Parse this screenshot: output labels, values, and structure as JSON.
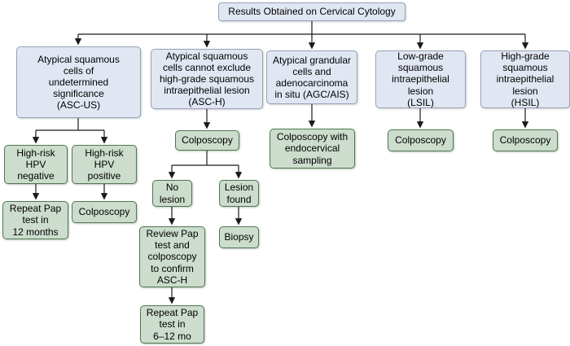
{
  "diagram": {
    "kind": "flowchart",
    "colors": {
      "result_node_fill": "#e1e7f2",
      "result_node_border": "#98a1b3",
      "action_node_fill": "#ccdccd",
      "action_node_border": "#4f7951",
      "connector": "#1a1a1a"
    },
    "nodes": {
      "title": "Results Obtained on Cervical Cytology",
      "asc_us": "Atypical squamous\ncells of\nundetermined\nsignificance\n(ASC-US)",
      "asc_h": "Atypical squamous\ncells cannot exclude\nhigh-grade squamous\nintraepithelial lesion\n(ASC-H)",
      "agc_ais": "Atypical grandular\ncells and\nadenocarcinoma\nin situ (AGC/AIS)",
      "lsil": "Low-grade\nsquamous\nintraepithelial\nlesion\n(LSIL)",
      "hsil": "High-grade\nsquamous\nintraepithelial\nlesion\n(HSIL)",
      "hpv_negative": "High-risk\nHPV\nnegative",
      "hpv_positive": "High-risk\nHPV\npositive",
      "repeat_pap_12mo": "Repeat Pap\ntest in\n12 months",
      "colposcopy_asc_us": "Colposcopy",
      "colposcopy_asc_h": "Colposcopy",
      "no_lesion": "No\nlesion",
      "lesion_found": "Lesion\nfound",
      "review_pap": "Review Pap\ntest and\ncolposcopy\nto confirm\nASC-H",
      "repeat_pap_6_12mo": "Repeat Pap\ntest in\n6–12 mo",
      "biopsy": "Biopsy",
      "colposcopy_endocervical": "Colposcopy with\nendocervical\nsampling",
      "colposcopy_lsil": "Colposcopy",
      "colposcopy_hsil": "Colposcopy"
    },
    "edges": [
      [
        "title",
        "asc_us"
      ],
      [
        "title",
        "asc_h"
      ],
      [
        "title",
        "agc_ais"
      ],
      [
        "title",
        "lsil"
      ],
      [
        "title",
        "hsil"
      ],
      [
        "asc_us",
        "hpv_negative"
      ],
      [
        "asc_us",
        "hpv_positive"
      ],
      [
        "hpv_negative",
        "repeat_pap_12mo"
      ],
      [
        "hpv_positive",
        "colposcopy_asc_us"
      ],
      [
        "asc_h",
        "colposcopy_asc_h"
      ],
      [
        "colposcopy_asc_h",
        "no_lesion"
      ],
      [
        "colposcopy_asc_h",
        "lesion_found"
      ],
      [
        "no_lesion",
        "review_pap"
      ],
      [
        "review_pap",
        "repeat_pap_6_12mo"
      ],
      [
        "lesion_found",
        "biopsy"
      ],
      [
        "agc_ais",
        "colposcopy_endocervical"
      ],
      [
        "lsil",
        "colposcopy_lsil"
      ],
      [
        "hsil",
        "colposcopy_hsil"
      ]
    ]
  }
}
